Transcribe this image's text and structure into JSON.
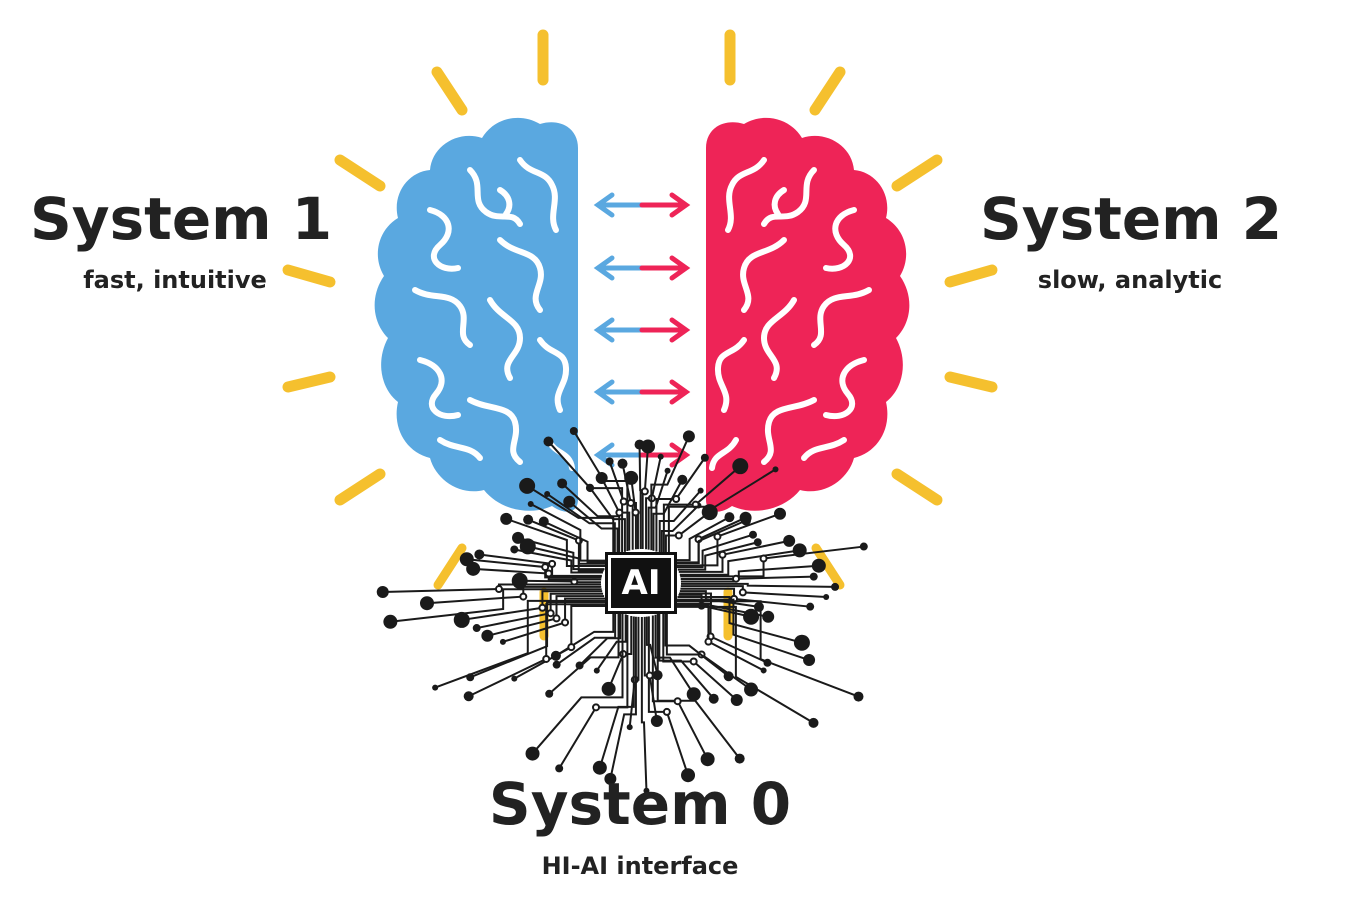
{
  "systems": {
    "system1": {
      "title": "System 1",
      "subtitle": "fast, intuitive",
      "color": "#5aa8e0"
    },
    "system2": {
      "title": "System 2",
      "subtitle": "slow, analytic",
      "color": "#ee2457"
    },
    "system0": {
      "title": "System 0",
      "subtitle": "HI-AI interface",
      "chip_label": "AI"
    }
  },
  "colors": {
    "rays": "#f5c02e",
    "circuit": "#1a1a1a",
    "text": "#222222"
  },
  "icons": {
    "left_hemisphere": "brain-left-hemisphere-icon",
    "right_hemisphere": "brain-right-hemisphere-icon",
    "chip": "ai-chip-icon",
    "arrows": "double-arrow-icon"
  }
}
